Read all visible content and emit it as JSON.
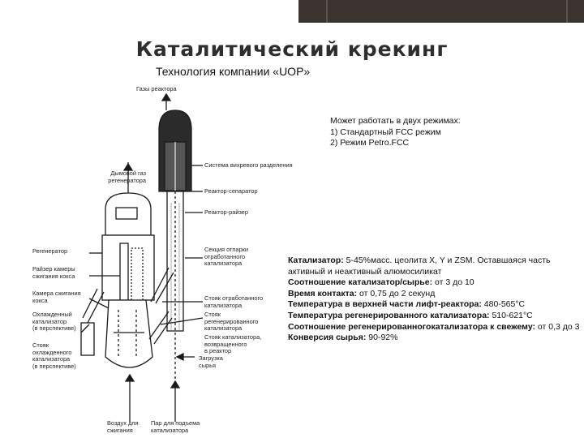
{
  "title": "Каталитический крекинг",
  "subtitle": "Технология компании «UOP»",
  "modes_text": "Может работать в двух режимах:\n1) Стандартный FCC режим\n2) Режим Petro.FCC",
  "diagram_labels": {
    "reactor_gases": "Газы реактора",
    "flue_gas": "Дымовой газ\nрегенератора",
    "cyclone_system": "Система вихревого разделения",
    "reactor_separator": "Реактор-сепаратор",
    "riser_reactor": "Реактор-райзер",
    "regenerator": "Регенератор",
    "riser_combustion": "Райзер камеры\nсжигания кокса",
    "combustion_chamber": "Камера сжигания\nкокса",
    "cooled_catalyst": "Охлажденный\nкатализатор\n(в перспективе)",
    "cooled_standpipe": "Стояк\nохлажденного\nкатализатора\n(в перспективе)",
    "stripping_section": "Секция отпарки\nотработанного\nкатализатора",
    "spent_standpipe": "Стояк отработанного\nкатализатора",
    "regenerated_standpipe": "Стояк\nрегенерированного\nкатализатора",
    "returned_standpipe": "Стояк катализатора,\nвозвращенного\nв реактор",
    "feed": "Загрузка\nсырья",
    "combustion_air": "Воздух для\nсжигания",
    "lift_steam": "Пар для подъема\nкатализатора"
  },
  "info_lines": [
    {
      "label": "Катализатор:",
      "value": " 5-45%масс. цеолита X, Y и ZSM. Оставшаяся часть активный и неактивный алюмосиликат"
    },
    {
      "label": "Соотношение катализатор/сырье:",
      "value": " от 3 до 10"
    },
    {
      "label": "Время контакта:",
      "value": " от 0,75 до 2 секунд"
    },
    {
      "label": "Температура в верхней части лифт-реактора:",
      "value": " 480-565°С"
    },
    {
      "label": "Температура регенерированного катализатора:",
      "value": " 510-621°С"
    },
    {
      "label": "Соотношение регенерированногокатализатора к свежему:",
      "value": " от 0,3 до 3"
    },
    {
      "label": "Конверсия сырья:",
      "value": " 90-92%"
    }
  ]
}
